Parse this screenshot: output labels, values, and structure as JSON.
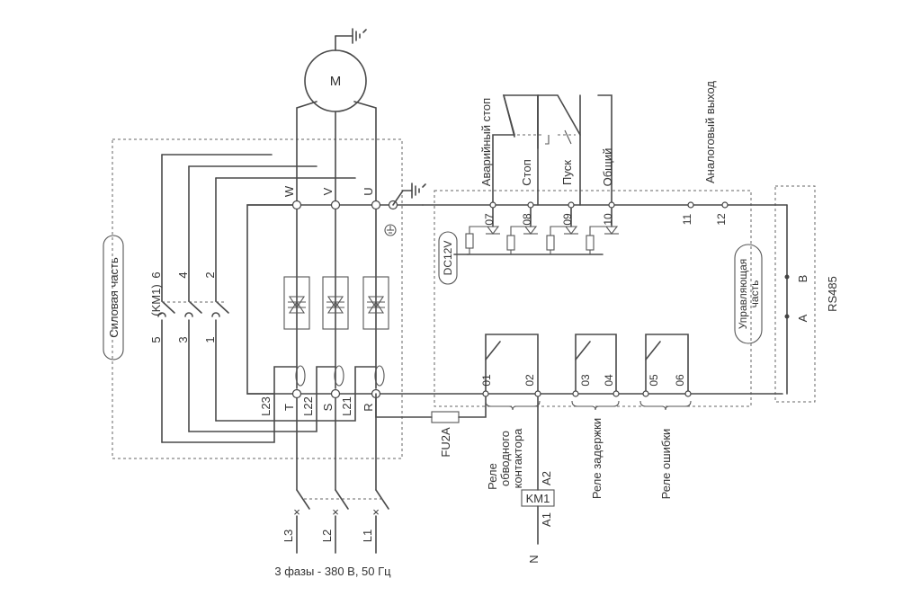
{
  "motor": {
    "label": "M"
  },
  "power_section": {
    "label": "Силовая часть"
  },
  "control_section": {
    "label": "Управляющая часть"
  },
  "km1_contacts": {
    "label": "(KM1)",
    "top_numbers": [
      "6",
      "4",
      "2"
    ],
    "bottom_numbers": [
      "5",
      "3",
      "1"
    ]
  },
  "outputs": {
    "W": "W",
    "V": "V",
    "U": "U"
  },
  "inputs": {
    "T": "T",
    "S": "S",
    "R": "R",
    "L21": "L21",
    "L22": "L22",
    "L23": "L23"
  },
  "lines": {
    "L1": "L1",
    "L2": "L2",
    "L3": "L3",
    "supply": "3 фазы - 380 В, 50 Гц"
  },
  "fuse": {
    "label": "FU2A"
  },
  "dc_source": {
    "label": "DC12V"
  },
  "control_inputs": {
    "emergency_stop": "Аварийный стоп",
    "stop": "Стоп",
    "start": "Пуск",
    "common": "Общий",
    "analog_output": "Аналоговый выход",
    "terminals": [
      "07",
      "08",
      "09",
      "10",
      "11",
      "12"
    ]
  },
  "relays": {
    "bypass": "Реле обводного контактора",
    "delay": "Реле задержки",
    "error": "Реле ошибки",
    "terminals": [
      "01",
      "02",
      "03",
      "04",
      "05",
      "06"
    ]
  },
  "contactor": {
    "label": "KM1",
    "a1": "A1",
    "a2": "A2",
    "neutral": "N"
  },
  "rs485": {
    "label": "RS485",
    "a": "A",
    "b": "B"
  }
}
